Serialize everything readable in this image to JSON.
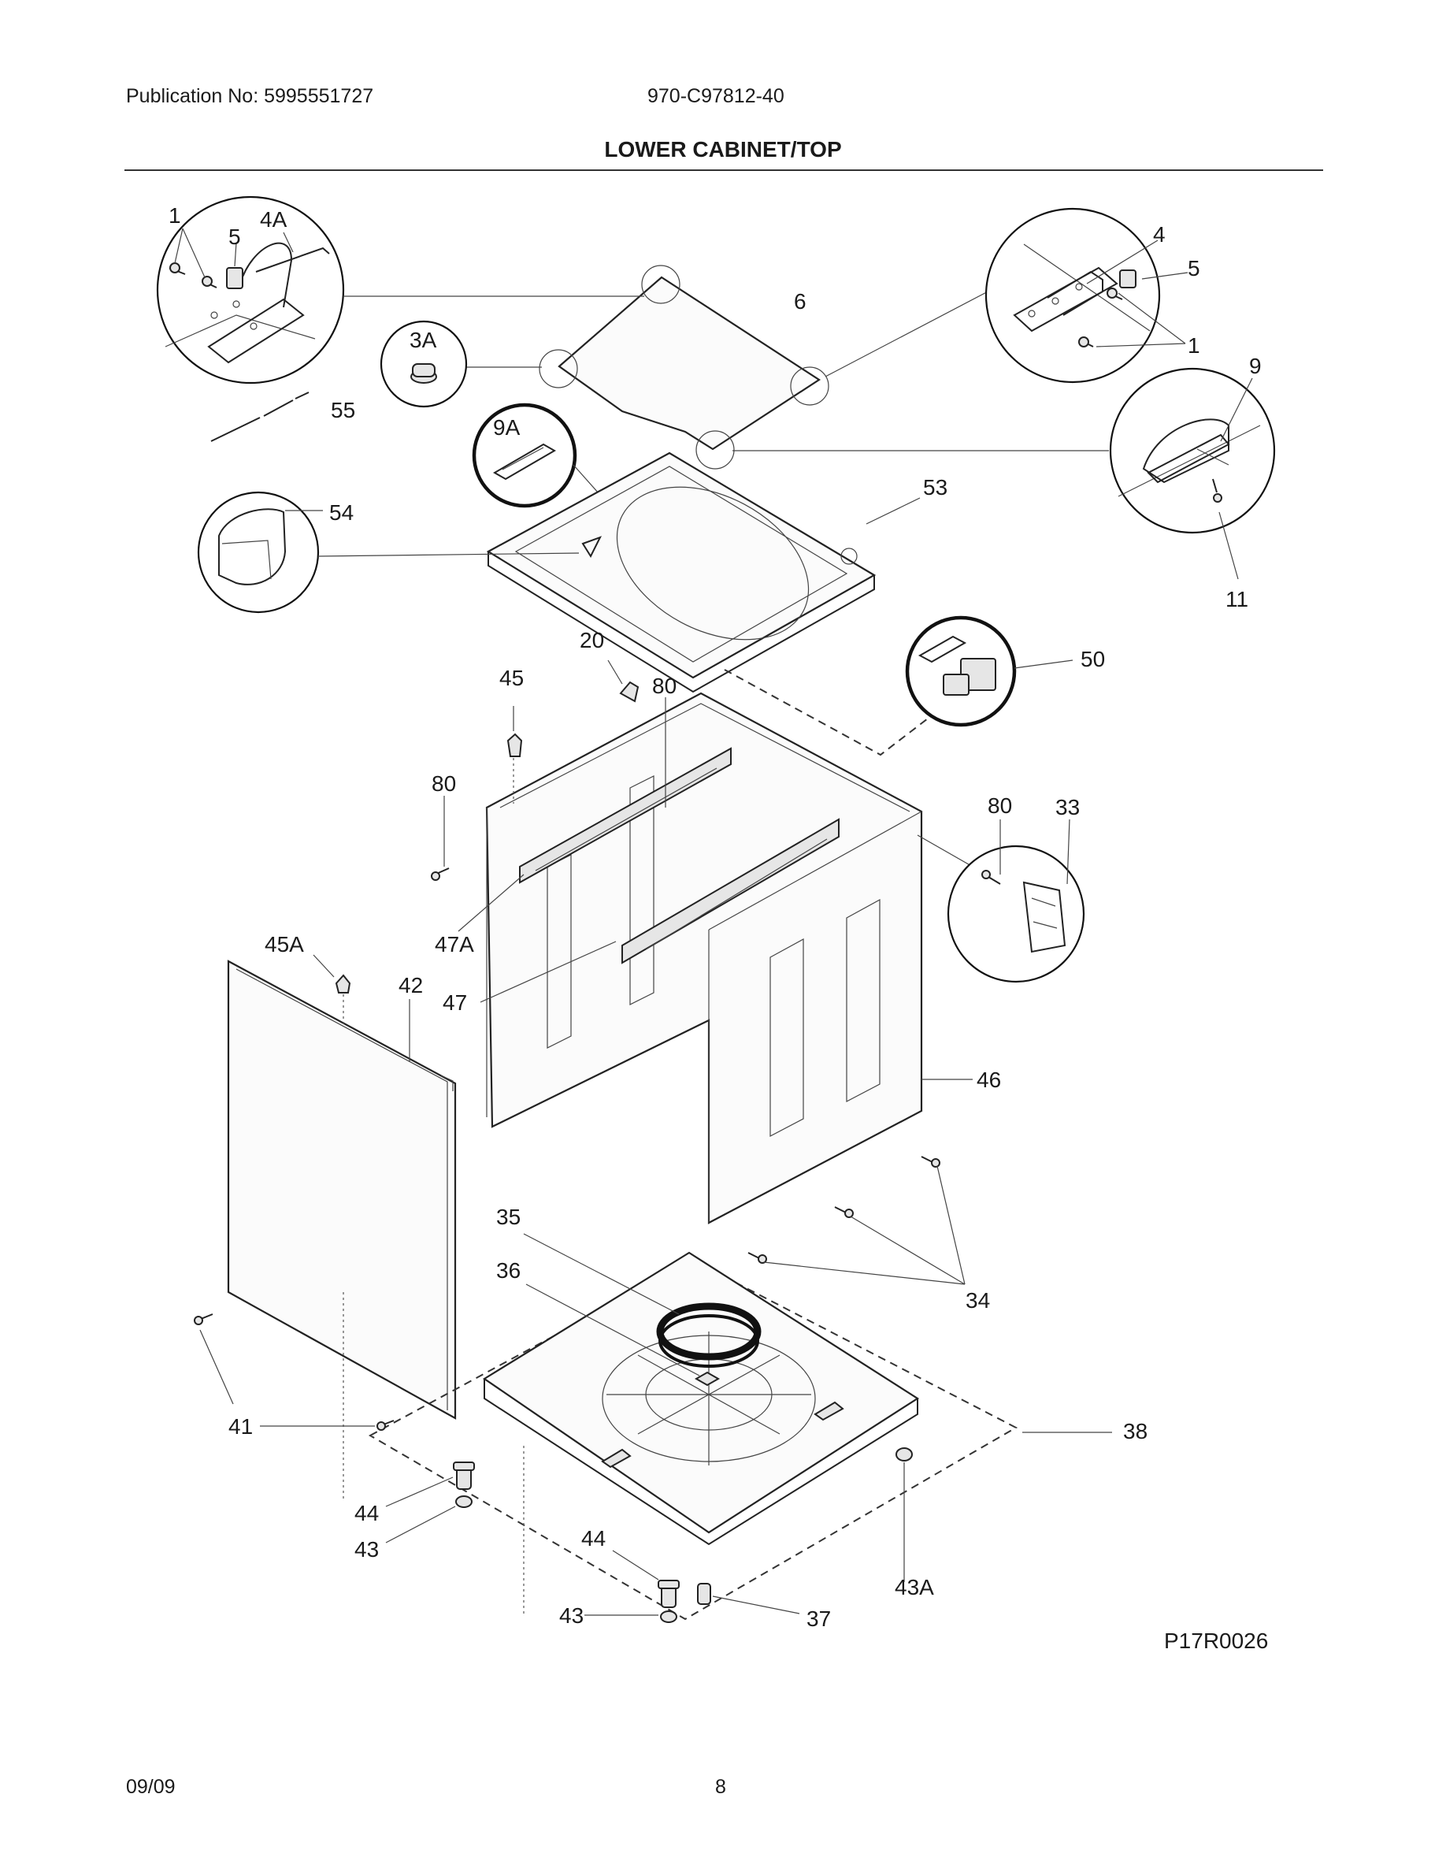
{
  "header": {
    "publication": "Publication No: 5995551727",
    "model": "970-C97812-40",
    "title": "LOWER CABINET/TOP"
  },
  "diagram": {
    "code": "P17R0026",
    "callouts": [
      {
        "id": "c1a",
        "text": "1"
      },
      {
        "id": "c4a",
        "text": "4A"
      },
      {
        "id": "c5a",
        "text": "5"
      },
      {
        "id": "c3a",
        "text": "3A"
      },
      {
        "id": "c55",
        "text": "55"
      },
      {
        "id": "c9a",
        "text": "9A"
      },
      {
        "id": "c54",
        "text": "54"
      },
      {
        "id": "c6",
        "text": "6"
      },
      {
        "id": "c4",
        "text": "4"
      },
      {
        "id": "c5b",
        "text": "5"
      },
      {
        "id": "c1b",
        "text": "1"
      },
      {
        "id": "c9",
        "text": "9"
      },
      {
        "id": "c53",
        "text": "53"
      },
      {
        "id": "c11",
        "text": "11"
      },
      {
        "id": "c50",
        "text": "50"
      },
      {
        "id": "c20",
        "text": "20"
      },
      {
        "id": "c45",
        "text": "45"
      },
      {
        "id": "c80a",
        "text": "80"
      },
      {
        "id": "c80b",
        "text": "80"
      },
      {
        "id": "c80c",
        "text": "80"
      },
      {
        "id": "c33",
        "text": "33"
      },
      {
        "id": "c45a",
        "text": "45A"
      },
      {
        "id": "c47a",
        "text": "47A"
      },
      {
        "id": "c42",
        "text": "42"
      },
      {
        "id": "c47",
        "text": "47"
      },
      {
        "id": "c46",
        "text": "46"
      },
      {
        "id": "c35",
        "text": "35"
      },
      {
        "id": "c36",
        "text": "36"
      },
      {
        "id": "c34",
        "text": "34"
      },
      {
        "id": "c41",
        "text": "41"
      },
      {
        "id": "c38",
        "text": "38"
      },
      {
        "id": "c44a",
        "text": "44"
      },
      {
        "id": "c43a",
        "text": "43"
      },
      {
        "id": "c44b",
        "text": "44"
      },
      {
        "id": "c43b",
        "text": "43"
      },
      {
        "id": "c43A",
        "text": "43A"
      },
      {
        "id": "c37",
        "text": "37"
      }
    ]
  },
  "footer": {
    "date": "09/09",
    "page": "8"
  }
}
